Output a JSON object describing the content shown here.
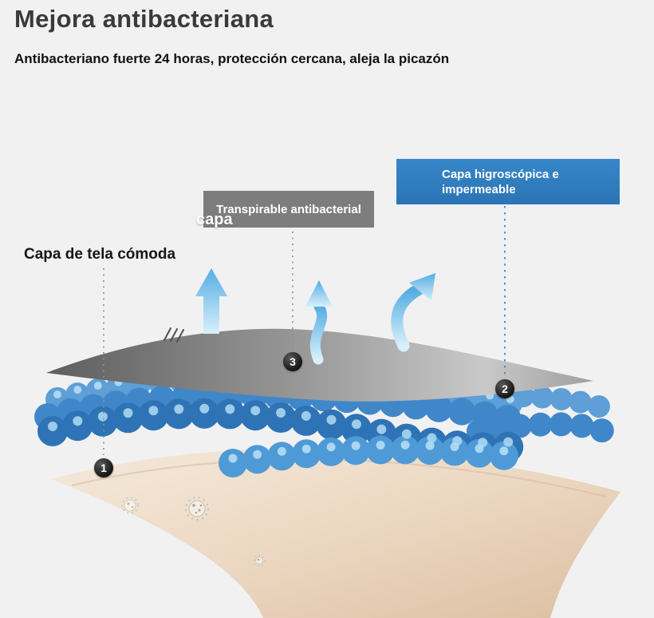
{
  "header": {
    "title": "Mejora antibacteriana",
    "subtitle": "Antibacteriano fuerte 24 horas, protección cercana, aleja la picazón"
  },
  "diagram": {
    "label_hygroscopic": "Capa higroscópica e\nimpermeable",
    "label_breathable": "Transpirable antibacterial",
    "label_partial": "capa",
    "label_comfort": "Capa de tela cómoda",
    "markers": [
      {
        "n": "1"
      },
      {
        "n": "2"
      },
      {
        "n": "3"
      }
    ],
    "icons": {
      "arrows": "up-arrow (airflow / breathability)",
      "germs": "bacteria-icon",
      "hatches": "motion-hatch-marks"
    },
    "colors": {
      "background": "#f1f1f2",
      "hygroscopic_box": "#2f7dbf",
      "breathable_box": "#747474",
      "arrow_blue": "#5cb2e6",
      "bubble_blue": "#3c86c9",
      "gray_layer": "#969696",
      "base_beige": "#ecd8c2",
      "marker_black": "#1d1d1d"
    }
  }
}
